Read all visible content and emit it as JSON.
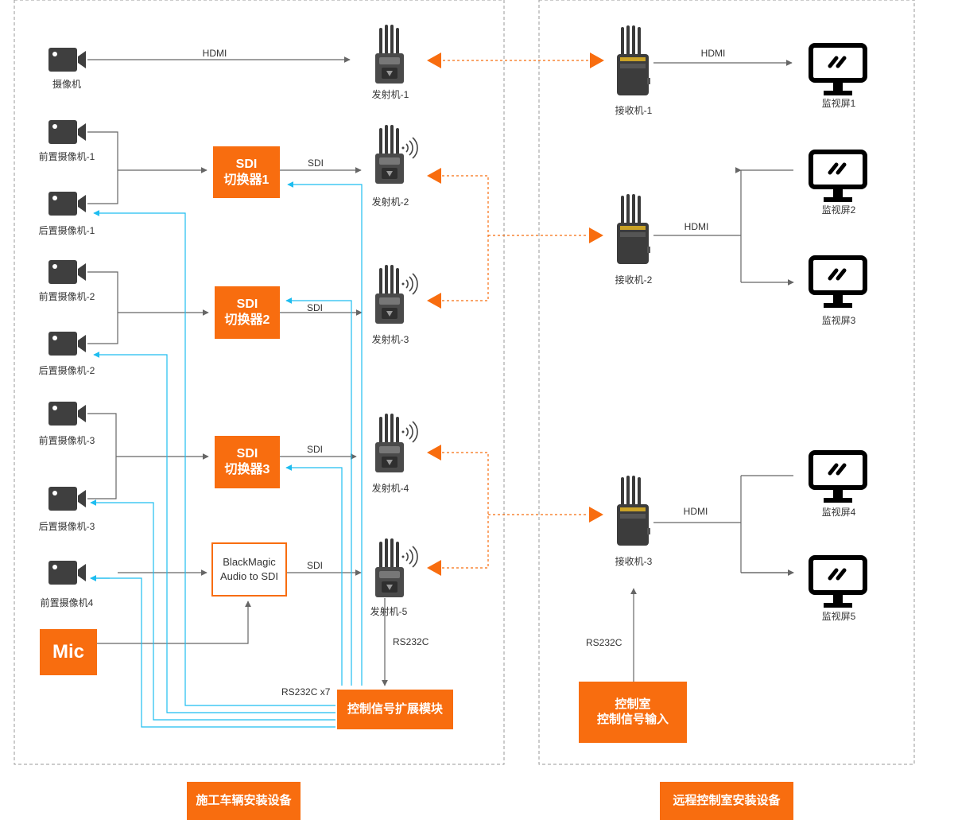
{
  "colors": {
    "accent": "#f86d0f",
    "control_line": "#1ebdf0",
    "signal_line": "#666666",
    "device": "#3f3f3f"
  },
  "cameras": [
    {
      "label": "摄像机",
      "icon": "video-camera-icon"
    },
    {
      "label": "前置摄像机-1",
      "icon": "video-camera-icon"
    },
    {
      "label": "后置摄像机-1",
      "icon": "video-camera-icon"
    },
    {
      "label": "前置摄像机-2",
      "icon": "video-camera-icon"
    },
    {
      "label": "后置摄像机-2",
      "icon": "video-camera-icon"
    },
    {
      "label": "前置摄像机-3",
      "icon": "video-camera-icon"
    },
    {
      "label": "后置摄像机-3",
      "icon": "video-camera-icon"
    },
    {
      "label": "前置摄像机4",
      "icon": "video-camera-icon"
    }
  ],
  "switchers": [
    {
      "line1": "SDI",
      "line2": "切换器1"
    },
    {
      "line1": "SDI",
      "line2": "切换器2"
    },
    {
      "line1": "SDI",
      "line2": "切换器3"
    }
  ],
  "audio_box": {
    "line1": "BlackMagic",
    "line2": "Audio to SDI"
  },
  "mic": {
    "label": "Mic"
  },
  "transmitters": [
    {
      "label": "发射机-1",
      "icon": "transmitter-icon"
    },
    {
      "label": "发射机-2",
      "icon": "transmitter-icon"
    },
    {
      "label": "发射机-3",
      "icon": "transmitter-icon"
    },
    {
      "label": "发射机-4",
      "icon": "transmitter-icon"
    },
    {
      "label": "发射机-5",
      "icon": "transmitter-icon"
    }
  ],
  "receivers": [
    {
      "label": "接收机-1",
      "icon": "receiver-icon"
    },
    {
      "label": "接收机-2",
      "icon": "receiver-icon"
    },
    {
      "label": "接收机-3",
      "icon": "receiver-icon"
    }
  ],
  "monitors": [
    {
      "label": "监视屏1",
      "icon": "monitor-icon"
    },
    {
      "label": "监视屏2",
      "icon": "monitor-icon"
    },
    {
      "label": "监视屏3",
      "icon": "monitor-icon"
    },
    {
      "label": "监视屏4",
      "icon": "monitor-icon"
    },
    {
      "label": "监视屏5",
      "icon": "monitor-icon"
    }
  ],
  "link_labels": {
    "hdmi": "HDMI",
    "sdi": "SDI",
    "rs232c": "RS232C",
    "rs232c_x7": "RS232C x7"
  },
  "control_module": {
    "label": "控制信号扩展模块"
  },
  "control_room_box": {
    "line1": "控制室",
    "line2": "控制信号输入"
  },
  "sections": {
    "left_title": "施工车辆安装设备",
    "right_title": "远程控制室安装设备"
  }
}
